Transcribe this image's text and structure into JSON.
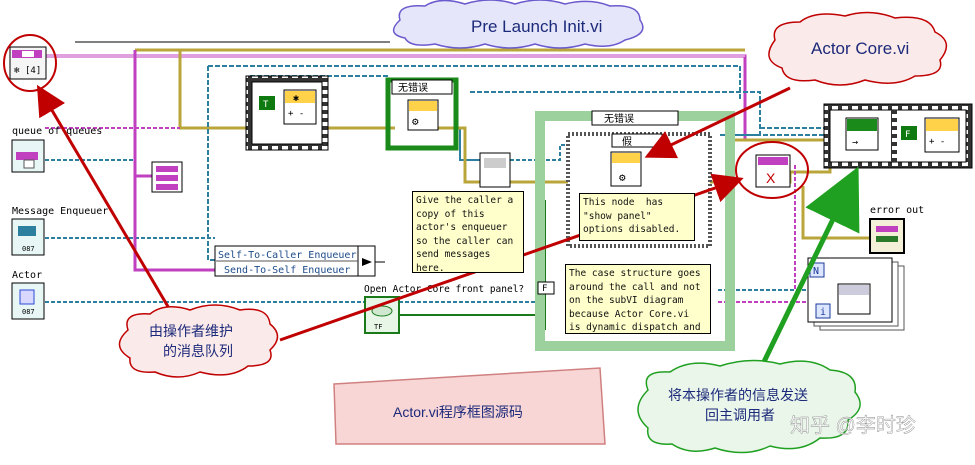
{
  "labels": {
    "queue_of_queues": "queue of queues",
    "message_enqueuer": "Message Enqueuer",
    "actor": "Actor",
    "error_out": "error out",
    "open_core_front_panel": "Open Actor Core front panel?",
    "array_size": "[4]",
    "self_to_caller": "Self-To-Caller Enqueuer",
    "send_to_self": "Send-To-Self Enqueuer",
    "case_no_error_1": "无错误",
    "case_no_error_2": "无错误",
    "case_false": "假",
    "f_mark": "F",
    "true_mark": "T",
    "n_mark": "N",
    "i_mark": "i",
    "tf": "TF",
    "i087": "087"
  },
  "notes": {
    "give_caller": "Give the caller a\ncopy of this\nactor's enqueuer\nso the caller can\nsend messages\nhere.",
    "this_node": "This node  has\n\"show panel\"\noptions disabled.",
    "case_structure": "The case structure goes\naround the call and not\non the subVI diagram\nbecause Actor Core.vi\nis dynamic dispatch and"
  },
  "callouts": {
    "pre_launch": "Pre Launch Init.vi",
    "actor_core": "Actor Core.vi",
    "queue_maintained": "由操作者维护\n的消息队列",
    "source_caption": "Actor.vi程序框图源码",
    "send_info": "将本操作者的信息发送\n回主调用者"
  },
  "watermark": "知乎 @李时珍",
  "colors": {
    "wire_cluster": "#b9a53a",
    "wire_queue": "#2d7fa0",
    "wire_purple": "#c040c0",
    "arrow_red": "#c00000",
    "arrow_green": "#20a020",
    "cloud_fill": "#f7e8e8",
    "cloud_blue_fill": "#e6e6fa",
    "caption_fill": "#f8d6d6"
  }
}
